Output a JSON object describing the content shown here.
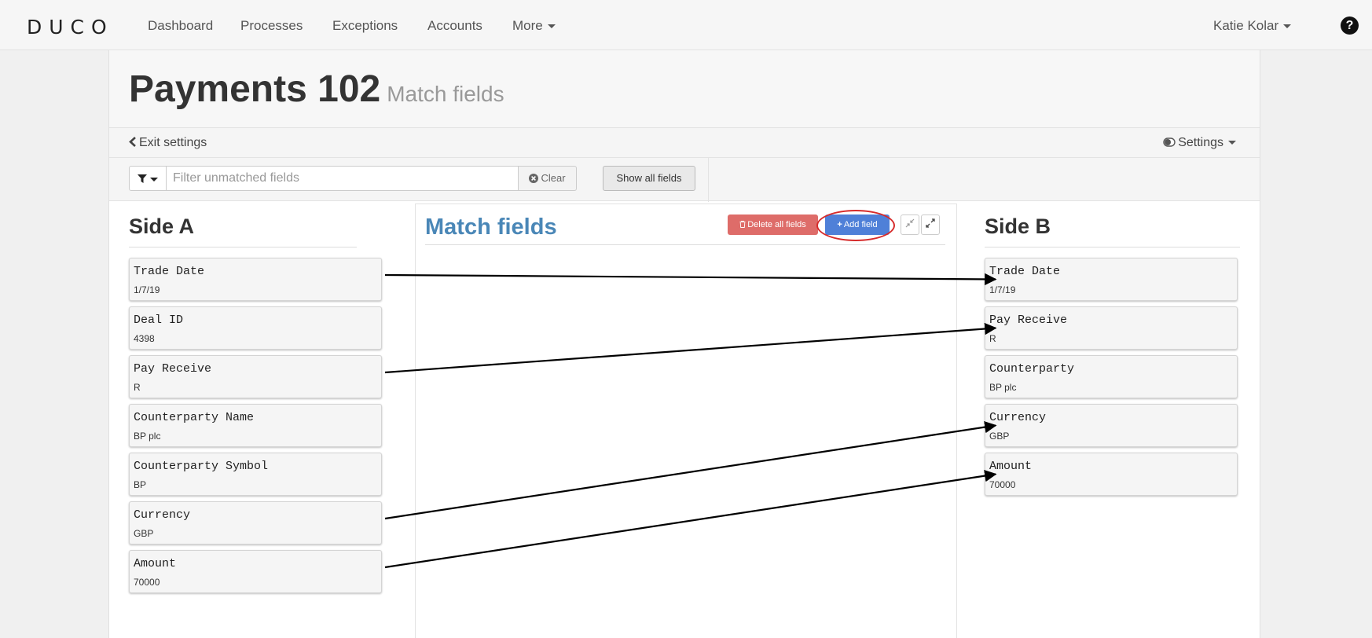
{
  "nav": {
    "logo": "DUCO",
    "items": [
      "Dashboard",
      "Processes",
      "Exceptions",
      "Accounts",
      "More"
    ],
    "user": "Katie Kolar",
    "help_glyph": "?"
  },
  "page": {
    "title": "Payments 102",
    "subtitle": "Match fields"
  },
  "settings_bar": {
    "exit_label": "Exit settings",
    "settings_label": "Settings",
    "filter_placeholder": "Filter unmatched fields",
    "clear_label": "Clear",
    "show_all_label": "Show all fields"
  },
  "side_a": {
    "heading": "Side A",
    "fields": [
      {
        "name": "Trade Date",
        "value": "1/7/19"
      },
      {
        "name": "Deal ID",
        "value": "4398"
      },
      {
        "name": "Pay Receive",
        "value": "R"
      },
      {
        "name": "Counterparty Name",
        "value": "BP plc"
      },
      {
        "name": "Counterparty Symbol",
        "value": "BP"
      },
      {
        "name": "Currency",
        "value": "GBP"
      },
      {
        "name": "Amount",
        "value": "70000"
      }
    ]
  },
  "match": {
    "heading": "Match fields",
    "delete_all_label": "Delete all fields",
    "add_field_label": "Add field",
    "highlight_color": "#d62b2b"
  },
  "side_b": {
    "heading": "Side B",
    "fields": [
      {
        "name": "Trade Date",
        "value": "1/7/19"
      },
      {
        "name": "Pay Receive",
        "value": "R"
      },
      {
        "name": "Counterparty",
        "value": "BP plc"
      },
      {
        "name": "Currency",
        "value": "GBP"
      },
      {
        "name": "Amount",
        "value": "70000"
      }
    ]
  },
  "links": [
    {
      "from": 0,
      "to": 0
    },
    {
      "from": 2,
      "to": 1
    },
    {
      "from": 5,
      "to": 3
    },
    {
      "from": 6,
      "to": 4
    }
  ],
  "colors": {
    "accent": "#4a87b7",
    "add_button": "#4f80d8",
    "delete_button": "#d9534f"
  },
  "icons": {
    "filter": "filter-icon",
    "clear": "clear-circle-icon",
    "exit": "chevron-left-icon",
    "settings": "toggle-icon",
    "delete": "trash-icon",
    "add": "plus-icon",
    "collapse": "collapse-icon",
    "expand": "expand-icon",
    "help": "help-icon"
  }
}
